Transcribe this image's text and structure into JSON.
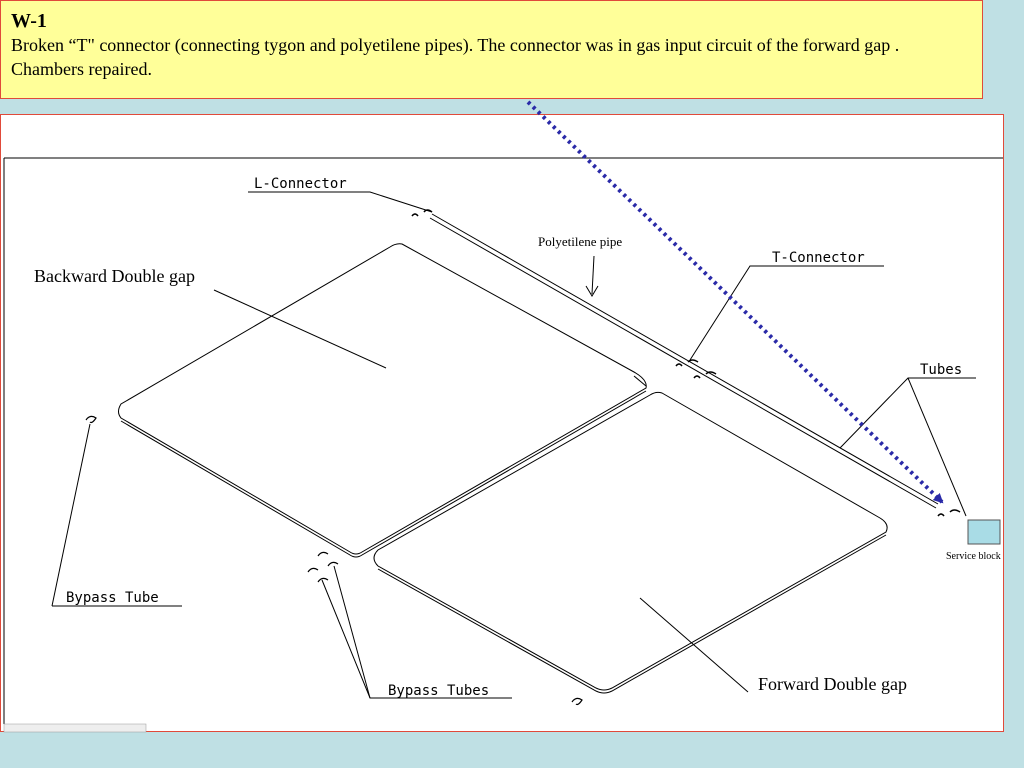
{
  "header": {
    "title": "W-1",
    "description": "Broken  “T\" connector  (connecting  tygon  and polyetilene pipes).  The connector  was in  gas input circuit of the forward gap . Chambers repaired."
  },
  "labels": {
    "l_connector": "L-Connector",
    "t_connector": "T-Connector",
    "tubes": "Tubes",
    "bypass_tube": "Bypass Tube",
    "bypass_tubes": "Bypass Tubes",
    "polyetilene_pipe": "Polyetilene pipe",
    "backward_double_gap": "Backward Double gap",
    "forward_double_gap": "Forward Double gap",
    "service_block": "Service block"
  },
  "colors": {
    "background": "#bfe0e4",
    "header_bg": "#ffff99",
    "frame_border": "#e04a3a",
    "arrow": "#2a2aa8",
    "service_block_fill": "#a9dce6"
  }
}
